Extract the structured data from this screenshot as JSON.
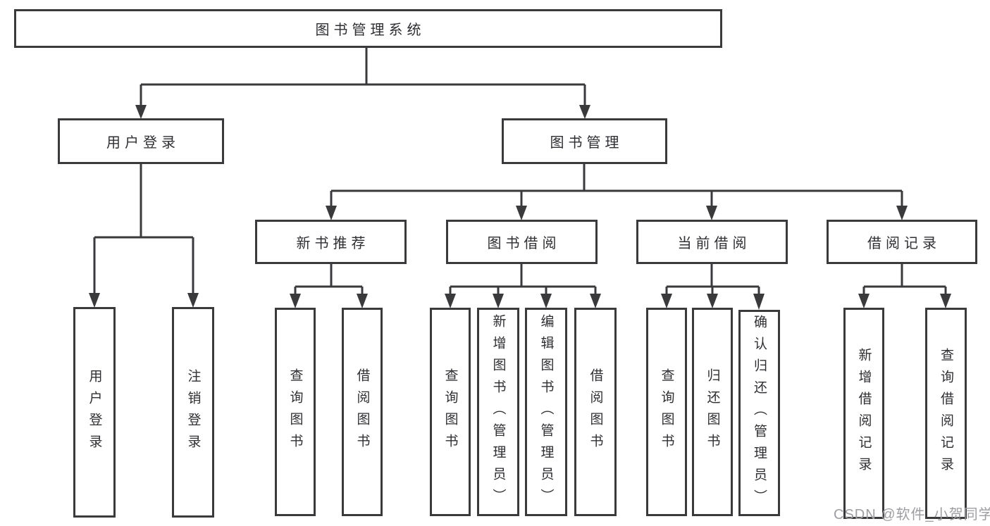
{
  "tree": {
    "root": {
      "label": "图书管理系统"
    },
    "branches": [
      {
        "label": "用户登录",
        "children": [
          {
            "label": "用户登录"
          },
          {
            "label": "注销登录"
          }
        ]
      },
      {
        "label": "图书管理",
        "groups": [
          {
            "label": "新书推荐",
            "children": [
              {
                "label": "查询图书"
              },
              {
                "label": "借阅图书"
              }
            ]
          },
          {
            "label": "图书借阅",
            "children": [
              {
                "label": "查询图书"
              },
              {
                "label": "新增图书（管理员）"
              },
              {
                "label": "编辑图书（管理员）"
              },
              {
                "label": "借阅图书"
              }
            ]
          },
          {
            "label": "当前借阅",
            "children": [
              {
                "label": "查询图书"
              },
              {
                "label": "归还图书"
              },
              {
                "label": "确认归还（管理员）"
              }
            ]
          },
          {
            "label": "借阅记录",
            "children": [
              {
                "label": "新增借阅记录"
              },
              {
                "label": "查询借阅记录"
              }
            ]
          }
        ]
      }
    ]
  },
  "watermark": {
    "text": "CSDN @软件_小贺同学",
    "color": "#9e9ea2"
  },
  "colors": {
    "line": "#3a3a3c",
    "box_border": "#3a3a3c",
    "text": "#2f2f33",
    "background": "#ffffff"
  }
}
